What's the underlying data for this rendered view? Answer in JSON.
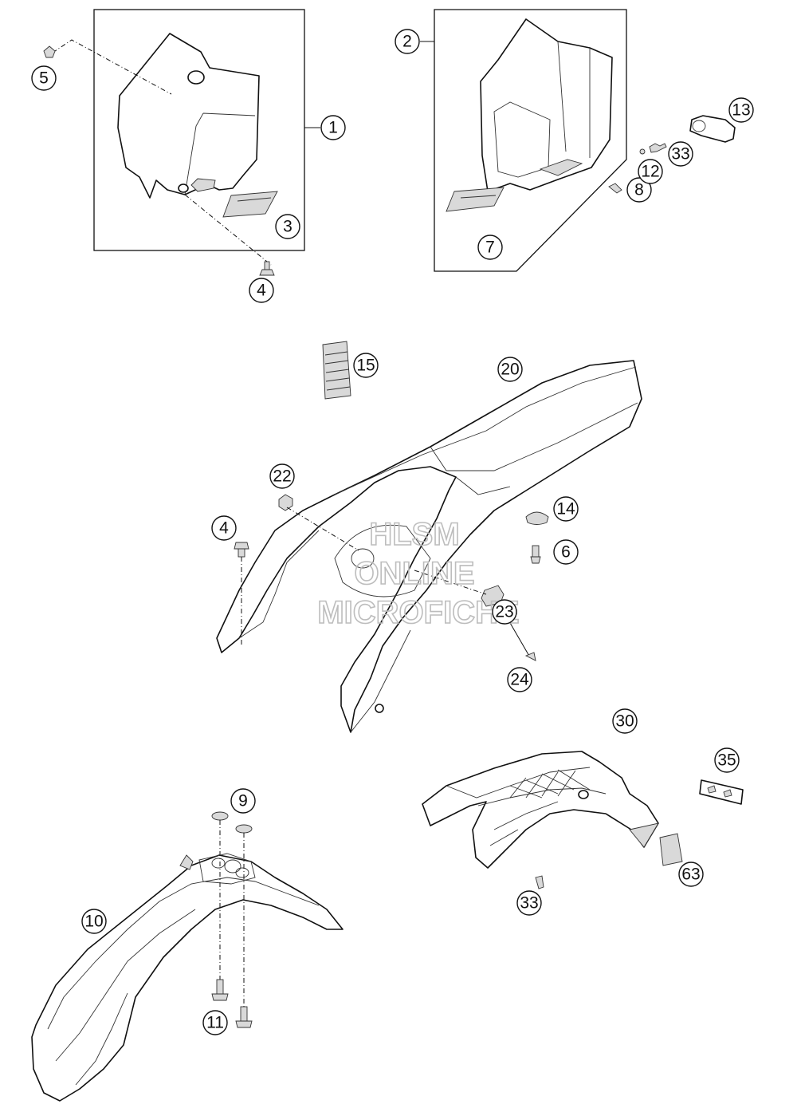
{
  "watermark": {
    "line1": "HLSM",
    "line2": "ONLINE",
    "line3": "MICROFICHE"
  },
  "callouts": {
    "c1": "1",
    "c2": "2",
    "c3": "3",
    "c4a": "4",
    "c4b": "4",
    "c5": "5",
    "c6": "6",
    "c7": "7",
    "c8": "8",
    "c9": "9",
    "c10": "10",
    "c11": "11",
    "c12": "12",
    "c13": "13",
    "c14": "14",
    "c15": "15",
    "c20": "20",
    "c22": "22",
    "c23": "23",
    "c24": "24",
    "c30": "30",
    "c33a": "33",
    "c33b": "33",
    "c35": "35",
    "c63": "63"
  },
  "colors": {
    "line": "#111111",
    "watermark": "#bdbdbd",
    "background": "#ffffff"
  }
}
